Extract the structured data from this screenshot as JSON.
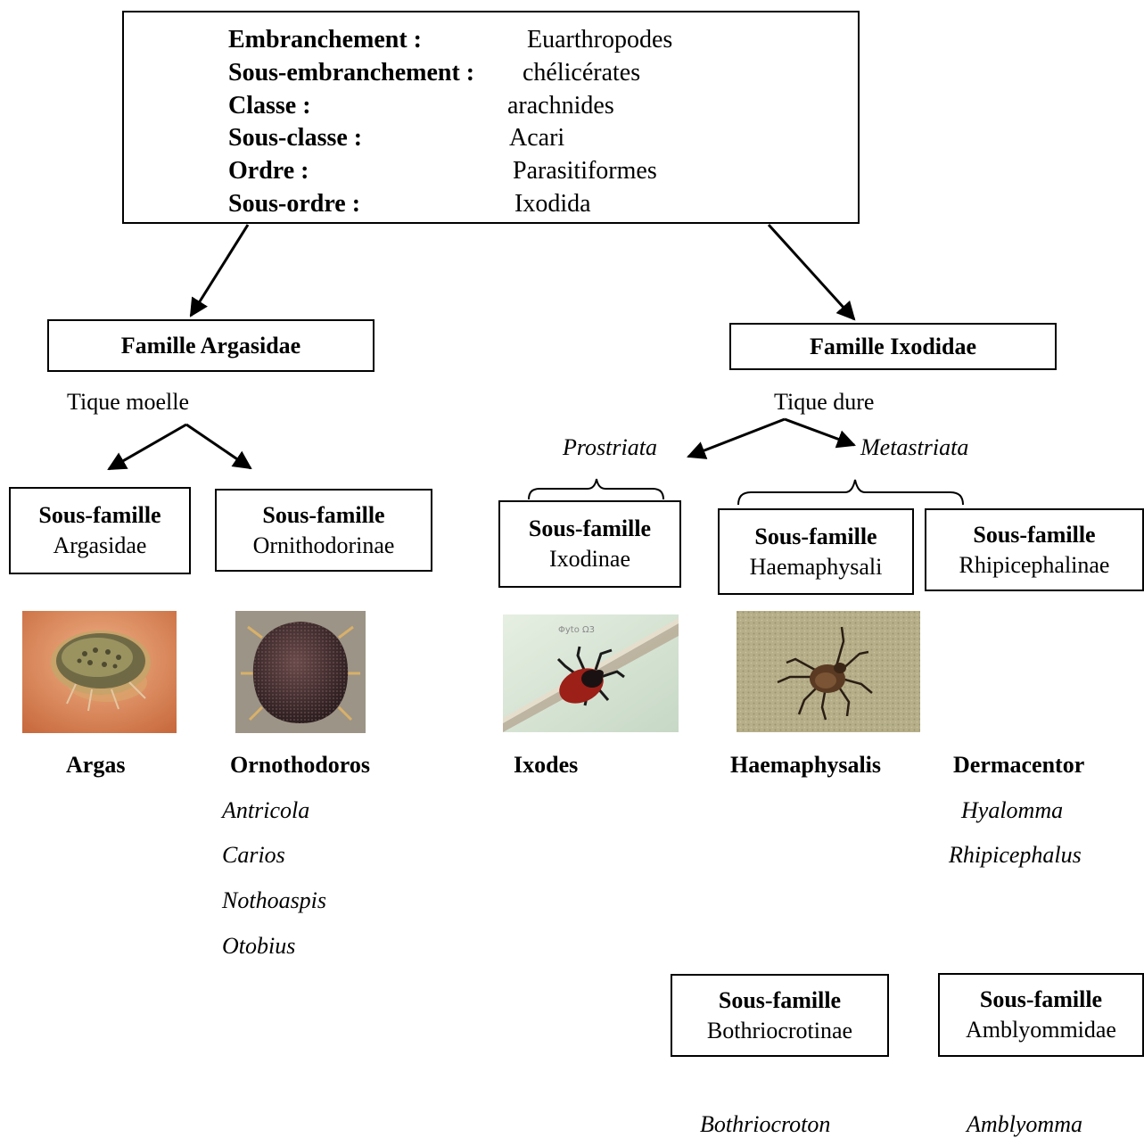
{
  "taxonomy": {
    "rows": [
      {
        "label": "Embranchement :",
        "value": "Euarthropodes"
      },
      {
        "label": "Sous-embranchement :",
        "value": "chélicérates"
      },
      {
        "label": "Classe :",
        "value": "arachnides"
      },
      {
        "label": "Sous-classe :",
        "value": "Acari"
      },
      {
        "label": "Ordre :",
        "value": "Parasitiformes"
      },
      {
        "label": "Sous-ordre :",
        "value": "Ixodida"
      }
    ]
  },
  "families": {
    "argasidae": {
      "title": "Famille Argasidae",
      "note": "Tique moelle"
    },
    "ixodidae": {
      "title": "Famille Ixodidae",
      "note": "Tique dure",
      "left_group": "Prostriata",
      "right_group": "Metastriata"
    }
  },
  "subfamilies": {
    "argasinae": {
      "head": "Sous-famille",
      "name": "Argasidae"
    },
    "ornithodorinae": {
      "head": "Sous-famille",
      "name": "Ornithodorinae"
    },
    "ixodinae": {
      "head": "Sous-famille",
      "name": "Ixodinae"
    },
    "haemaphysalinae": {
      "head": "Sous-famille",
      "name": "Haemaphysali"
    },
    "rhipicephalinae": {
      "head": "Sous-famille",
      "name": "Rhipicephalinae"
    },
    "bothriocrotinae": {
      "head": "Sous-famille",
      "name": "Bothriocrotinae"
    },
    "amblyomminae": {
      "head": "Sous-famille",
      "name": "Amblyommidae"
    }
  },
  "genera": {
    "argas": "Argas",
    "ornithodoros": "Ornothodoros",
    "ornithodoros_others": [
      "Antricola",
      "Carios",
      "Nothoaspis",
      "Otobius"
    ],
    "ixodes": "Ixodes",
    "haemaphysalis": "Haemaphysalis",
    "dermacentor": "Dermacentor",
    "dermacentor_others": [
      "Hyalomma",
      "Rhipicephalus"
    ],
    "bothriocroton": "Bothriocroton",
    "amblyomma": "Amblyomma"
  },
  "photos": {
    "watermark": "Φyto Ω3"
  },
  "colors": {
    "line": "#000000",
    "argas_bg": "#e08a5c",
    "ornithodoros_bg": "#9c9486",
    "ixodes_bg": "#d6e3d3",
    "haemaphysalis_bg": "#b5ae88"
  }
}
